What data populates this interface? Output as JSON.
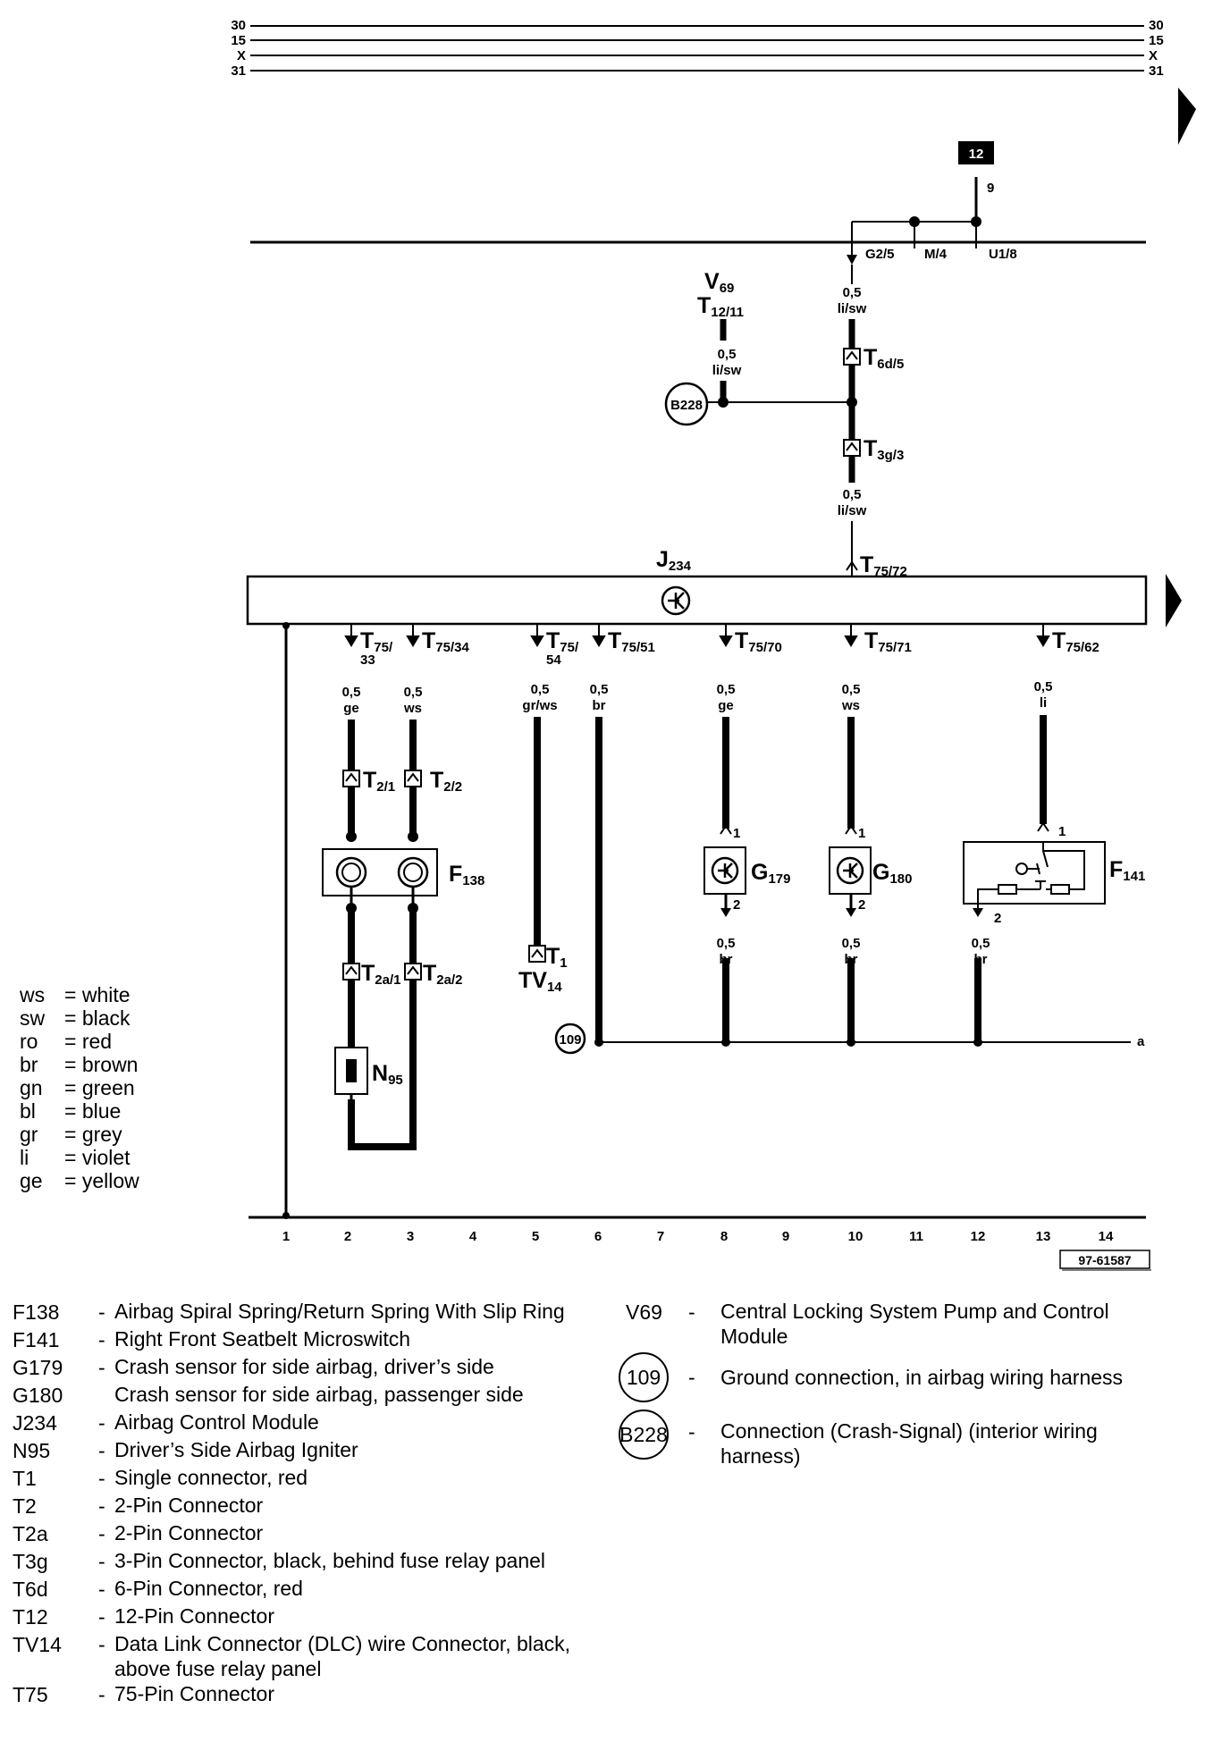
{
  "bus_lines": [
    "30",
    "15",
    "X",
    "31"
  ],
  "relay_box": "12",
  "relay_pin": "9",
  "junctions": [
    "G2/5",
    "M/4",
    "U1/8"
  ],
  "components": {
    "V69": {
      "main": "V",
      "sub": "69",
      "pin_main": "T",
      "pin_sub": "12/11"
    },
    "J234": {
      "main": "J",
      "sub": "234"
    },
    "F138": {
      "main": "F",
      "sub": "138"
    },
    "F141": {
      "main": "F",
      "sub": "141"
    },
    "G179": {
      "main": "G",
      "sub": "179"
    },
    "G180": {
      "main": "G",
      "sub": "180"
    },
    "N95": {
      "main": "N",
      "sub": "95"
    },
    "T1": {
      "main": "T",
      "sub": "1"
    },
    "TV14": {
      "main": "TV",
      "sub": "14"
    },
    "B228": "B228",
    "G109": "109"
  },
  "connectors": {
    "T6d5": {
      "main": "T",
      "sub": "6d/5"
    },
    "T3g3": {
      "main": "T",
      "sub": "3g/3"
    },
    "T7572": {
      "main": "T",
      "sub": "75/72"
    },
    "T7533": {
      "main": "T",
      "sub": "75/",
      "sub2": "33"
    },
    "T7534": {
      "main": "T",
      "sub": "75/34"
    },
    "T7554": {
      "main": "T",
      "sub": "75/",
      "sub2": "54"
    },
    "T7551": {
      "main": "T",
      "sub": "75/51"
    },
    "T7570": {
      "main": "T",
      "sub": "75/70"
    },
    "T7571": {
      "main": "T",
      "sub": "75/71"
    },
    "T7562": {
      "main": "T",
      "sub": "75/62"
    },
    "T21": {
      "main": "T",
      "sub": "2/1"
    },
    "T22": {
      "main": "T",
      "sub": "2/2"
    },
    "T2a1": {
      "main": "T",
      "sub": "2a/1"
    },
    "T2a2": {
      "main": "T",
      "sub": "2a/2"
    }
  },
  "wires": {
    "v69": [
      "0,5",
      "li/sw"
    ],
    "top": [
      "0,5",
      "li/sw"
    ],
    "mid": [
      "0,5",
      "li/sw"
    ],
    "c2": [
      "0,5",
      "ge"
    ],
    "c3": [
      "0,5",
      "ws"
    ],
    "c5": [
      "0,5",
      "gr/ws"
    ],
    "c6": [
      "0,5",
      "br"
    ],
    "c8": [
      "0,5",
      "ge"
    ],
    "c10": [
      "0,5",
      "ws"
    ],
    "c13": [
      "0,5",
      "li"
    ],
    "g179": [
      "0,5",
      "br"
    ],
    "g180": [
      "0,5",
      "br"
    ],
    "f141": [
      "0,5",
      "br"
    ]
  },
  "pins": {
    "one": "1",
    "two": "2"
  },
  "ground_end": "a",
  "columns": [
    "1",
    "2",
    "3",
    "4",
    "5",
    "6",
    "7",
    "8",
    "9",
    "10",
    "11",
    "12",
    "13",
    "14"
  ],
  "drawing_number": "97-61587",
  "color_key": [
    {
      "code": "ws",
      "name": "white"
    },
    {
      "code": "sw",
      "name": "black"
    },
    {
      "code": "ro",
      "name": "red"
    },
    {
      "code": "br",
      "name": "brown"
    },
    {
      "code": "gn",
      "name": "green"
    },
    {
      "code": "bl",
      "name": "blue"
    },
    {
      "code": "gr",
      "name": "grey"
    },
    {
      "code": "li",
      "name": "violet"
    },
    {
      "code": "ge",
      "name": "yellow"
    }
  ],
  "legend_left": [
    {
      "code": "F138",
      "dash": "-",
      "desc": "Airbag Spiral Spring/Return Spring  With Slip Ring"
    },
    {
      "code": "F141",
      "dash": "-",
      "desc": "Right Front Seatbelt Microswitch"
    },
    {
      "code": "G179",
      "dash": "-",
      "desc": "Crash sensor for side airbag, driver’s side"
    },
    {
      "code": "G180",
      "dash": "",
      "desc": "Crash sensor for side airbag, passenger side"
    },
    {
      "code": "J234",
      "dash": "-",
      "desc": "Airbag Control Module"
    },
    {
      "code": "N95",
      "dash": "-",
      "desc": "Driver’s Side Airbag Igniter"
    },
    {
      "code": "T1",
      "dash": "-",
      "desc": "Single connector, red"
    },
    {
      "code": "T2",
      "dash": "-",
      "desc": "2-Pin Connector"
    },
    {
      "code": "T2a",
      "dash": "-",
      "desc": "2-Pin Connector"
    },
    {
      "code": "T3g",
      "dash": "-",
      "desc": "3-Pin Connector, black, behind fuse relay panel"
    },
    {
      "code": "T6d",
      "dash": "-",
      "desc": "6-Pin Connector, red"
    },
    {
      "code": "T12",
      "dash": "-",
      "desc": "12-Pin Connector"
    },
    {
      "code": "TV14",
      "dash": "-",
      "desc": "Data Link Connector (DLC) wire Connector, black, above fuse relay panel"
    },
    {
      "code": "T75",
      "dash": "-",
      "desc": "75-Pin Connector"
    }
  ],
  "legend_right": [
    {
      "code": "V69",
      "circle": false,
      "dash": "-",
      "desc": "Central Locking System Pump  and Control Module"
    },
    {
      "code": "109",
      "circle": true,
      "dash": "-",
      "desc": "Ground connection, in airbag wiring harness"
    },
    {
      "code": "B228",
      "circle": true,
      "dash": "-",
      "desc": "Connection (Crash-Signal)  (interior wiring harness)"
    }
  ]
}
